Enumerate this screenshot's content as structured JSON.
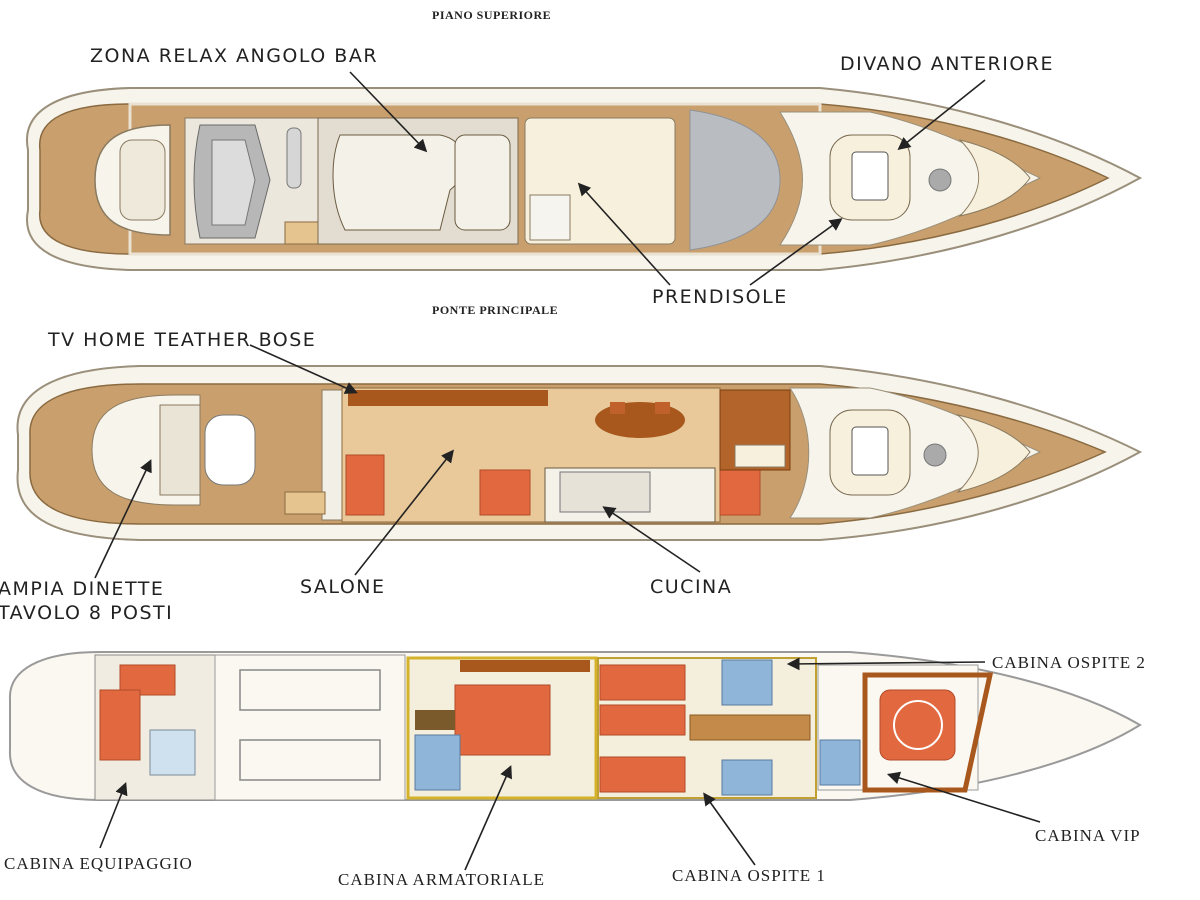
{
  "diagram": {
    "upper_deck": {
      "title": "PIANO SUPERIORE",
      "labels": {
        "relax_bar": "ZONA RELAX ANGOLO BAR",
        "front_sofa": "DIVANO ANTERIORE",
        "sundeck": "PRENDISOLE"
      }
    },
    "main_deck": {
      "title": "PONTE PRINCIPALE",
      "labels": {
        "tv": "TV HOME TEATHER BOSE",
        "dinette_line1": "AMPIA DINETTE",
        "dinette_line2": "TAVOLO 8 POSTI",
        "saloon": "SALONE",
        "kitchen": "CUCINA"
      }
    },
    "lower_deck": {
      "labels": {
        "guest2": "CABINA OSPITE 2",
        "vip": "CABINA VIP",
        "crew": "CABINA EQUIPAGGIO",
        "owner": "CABINA ARMATORIALE",
        "guest1": "CABINA OSPITE 1"
      }
    },
    "colors": {
      "teak": "#c9a06d",
      "hull": "#f7f4ec",
      "outline": "#9a8f7a",
      "wood": "#a8581c",
      "cabin": "#e2693f",
      "bath": "#8fb6d8",
      "glass": "#b9bcc0"
    }
  }
}
